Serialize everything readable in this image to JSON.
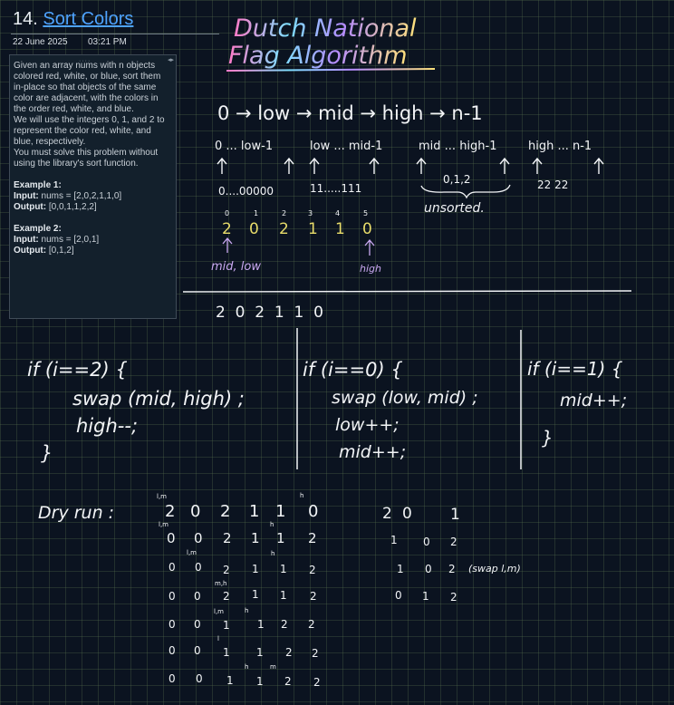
{
  "page": {
    "title_number": "14.",
    "title_link": "Sort Colors",
    "date": "22 June 2025",
    "time": "03:21 PM"
  },
  "problem": {
    "drag_handle": "····",
    "lines": [
      "Given an array nums with n objects colored red, white, or blue, sort them in-place so that objects of the same color are adjacent, with the colors in the order red, white, and blue.",
      "We will use the integers 0, 1, and 2 to represent the color red, white, and blue, respectively.",
      "You must solve this problem without using the library's sort function."
    ],
    "example1_label": "Example 1:",
    "example1_input_label": "Input:",
    "example1_input": "nums = [2,0,2,1,1,0]",
    "example1_output_label": "Output:",
    "example1_output": "[0,0,1,1,2,2]",
    "example2_label": "Example 2:",
    "example2_input_label": "Input:",
    "example2_input": "nums = [2,0,1]",
    "example2_output_label": "Output:",
    "example2_output": "[0,1,2]"
  },
  "notes": {
    "heading_line1": "Dutch National",
    "heading_line2": "Flag Algorithm",
    "pointer_chain": "0 → low → mid → high → n-1",
    "ranges": [
      "0 ... low-1",
      "low ... mid-1",
      "mid ... high-1",
      "high ... n-1"
    ],
    "range_values": [
      "0....00000",
      "11.....111",
      "0,1,2",
      "22   22"
    ],
    "unsorted_label": "unsorted.",
    "indices": [
      "0",
      "1",
      "2",
      "3",
      "4",
      "5"
    ],
    "array_values": [
      "2",
      "0",
      "2",
      "1",
      "1",
      "0"
    ],
    "mid_low_label": "mid, low",
    "high_label": "high",
    "array_under_line": "2  0  2  1  1  0",
    "case2": [
      "if (i==2) {",
      "swap (mid, high) ;",
      "high--;",
      "}"
    ],
    "case0": [
      "if (i==0) {",
      "swap (low, mid) ;",
      "low++;",
      "mid++;"
    ],
    "case1": [
      "if (i==1) {",
      "mid++;",
      "}"
    ],
    "dry_run_label": "Dry run :",
    "dry_run_rows": [
      [
        "2",
        "0",
        "2",
        "1",
        "1",
        "0"
      ],
      [
        "0",
        "0",
        "2",
        "1",
        "1",
        "2"
      ],
      [
        "0",
        "0",
        "2",
        "1",
        "1",
        "2"
      ],
      [
        "0",
        "0",
        "2",
        "1",
        "1",
        "2"
      ],
      [
        "0",
        "0",
        "1",
        "1",
        "2",
        "2"
      ],
      [
        "0",
        "0",
        "1",
        "1",
        "2",
        "2"
      ],
      [
        "0",
        "0",
        "1",
        "1",
        "2",
        "2"
      ]
    ],
    "dry_run_small_rows": [
      [
        "2",
        "0",
        "1"
      ],
      [
        "1",
        "0",
        "2"
      ],
      [
        "1",
        "0",
        "2"
      ],
      [
        "0",
        "1",
        "2"
      ]
    ],
    "swap_note": "(swap l,m)",
    "pointer_marks": [
      "l,m",
      "h",
      "l,m",
      "h",
      "l,m",
      "h",
      "m,h",
      "l,m",
      "h",
      "l",
      "h",
      "m"
    ]
  },
  "colors": {
    "background": "#0b1320",
    "ink": "#f2f4f6",
    "highlight": "#e8dc6a",
    "pointer": "#c9a8f0",
    "link": "#4ea3ff"
  }
}
